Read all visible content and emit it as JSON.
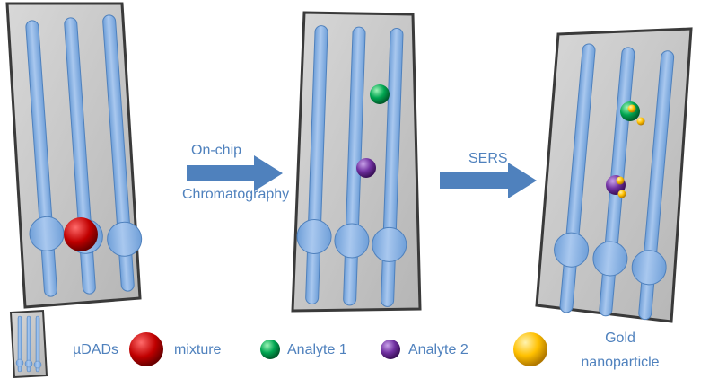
{
  "steps": {
    "step1_label_line1": "On-chip",
    "step1_label_line2": "Chromatography",
    "step2_label": "SERS"
  },
  "legend": {
    "device_label": "µDADs",
    "mixture_label": "mixture",
    "analyte1_label": "Analyte 1",
    "analyte2_label": "Analyte 2",
    "gold_label_line1": "Gold",
    "gold_label_line2": "nanoparticle"
  },
  "colors": {
    "chip_face": "#c8c8c8",
    "chip_edge": "#3a3a3a",
    "channel": "#8db3e2",
    "channel_edge": "#4f81bd",
    "arrow": "#4f81bd",
    "text": "#4f81bd",
    "mixture": "#c00000",
    "analyte1": "#00a651",
    "analyte2": "#7030a0",
    "gold": "#ffc000"
  }
}
